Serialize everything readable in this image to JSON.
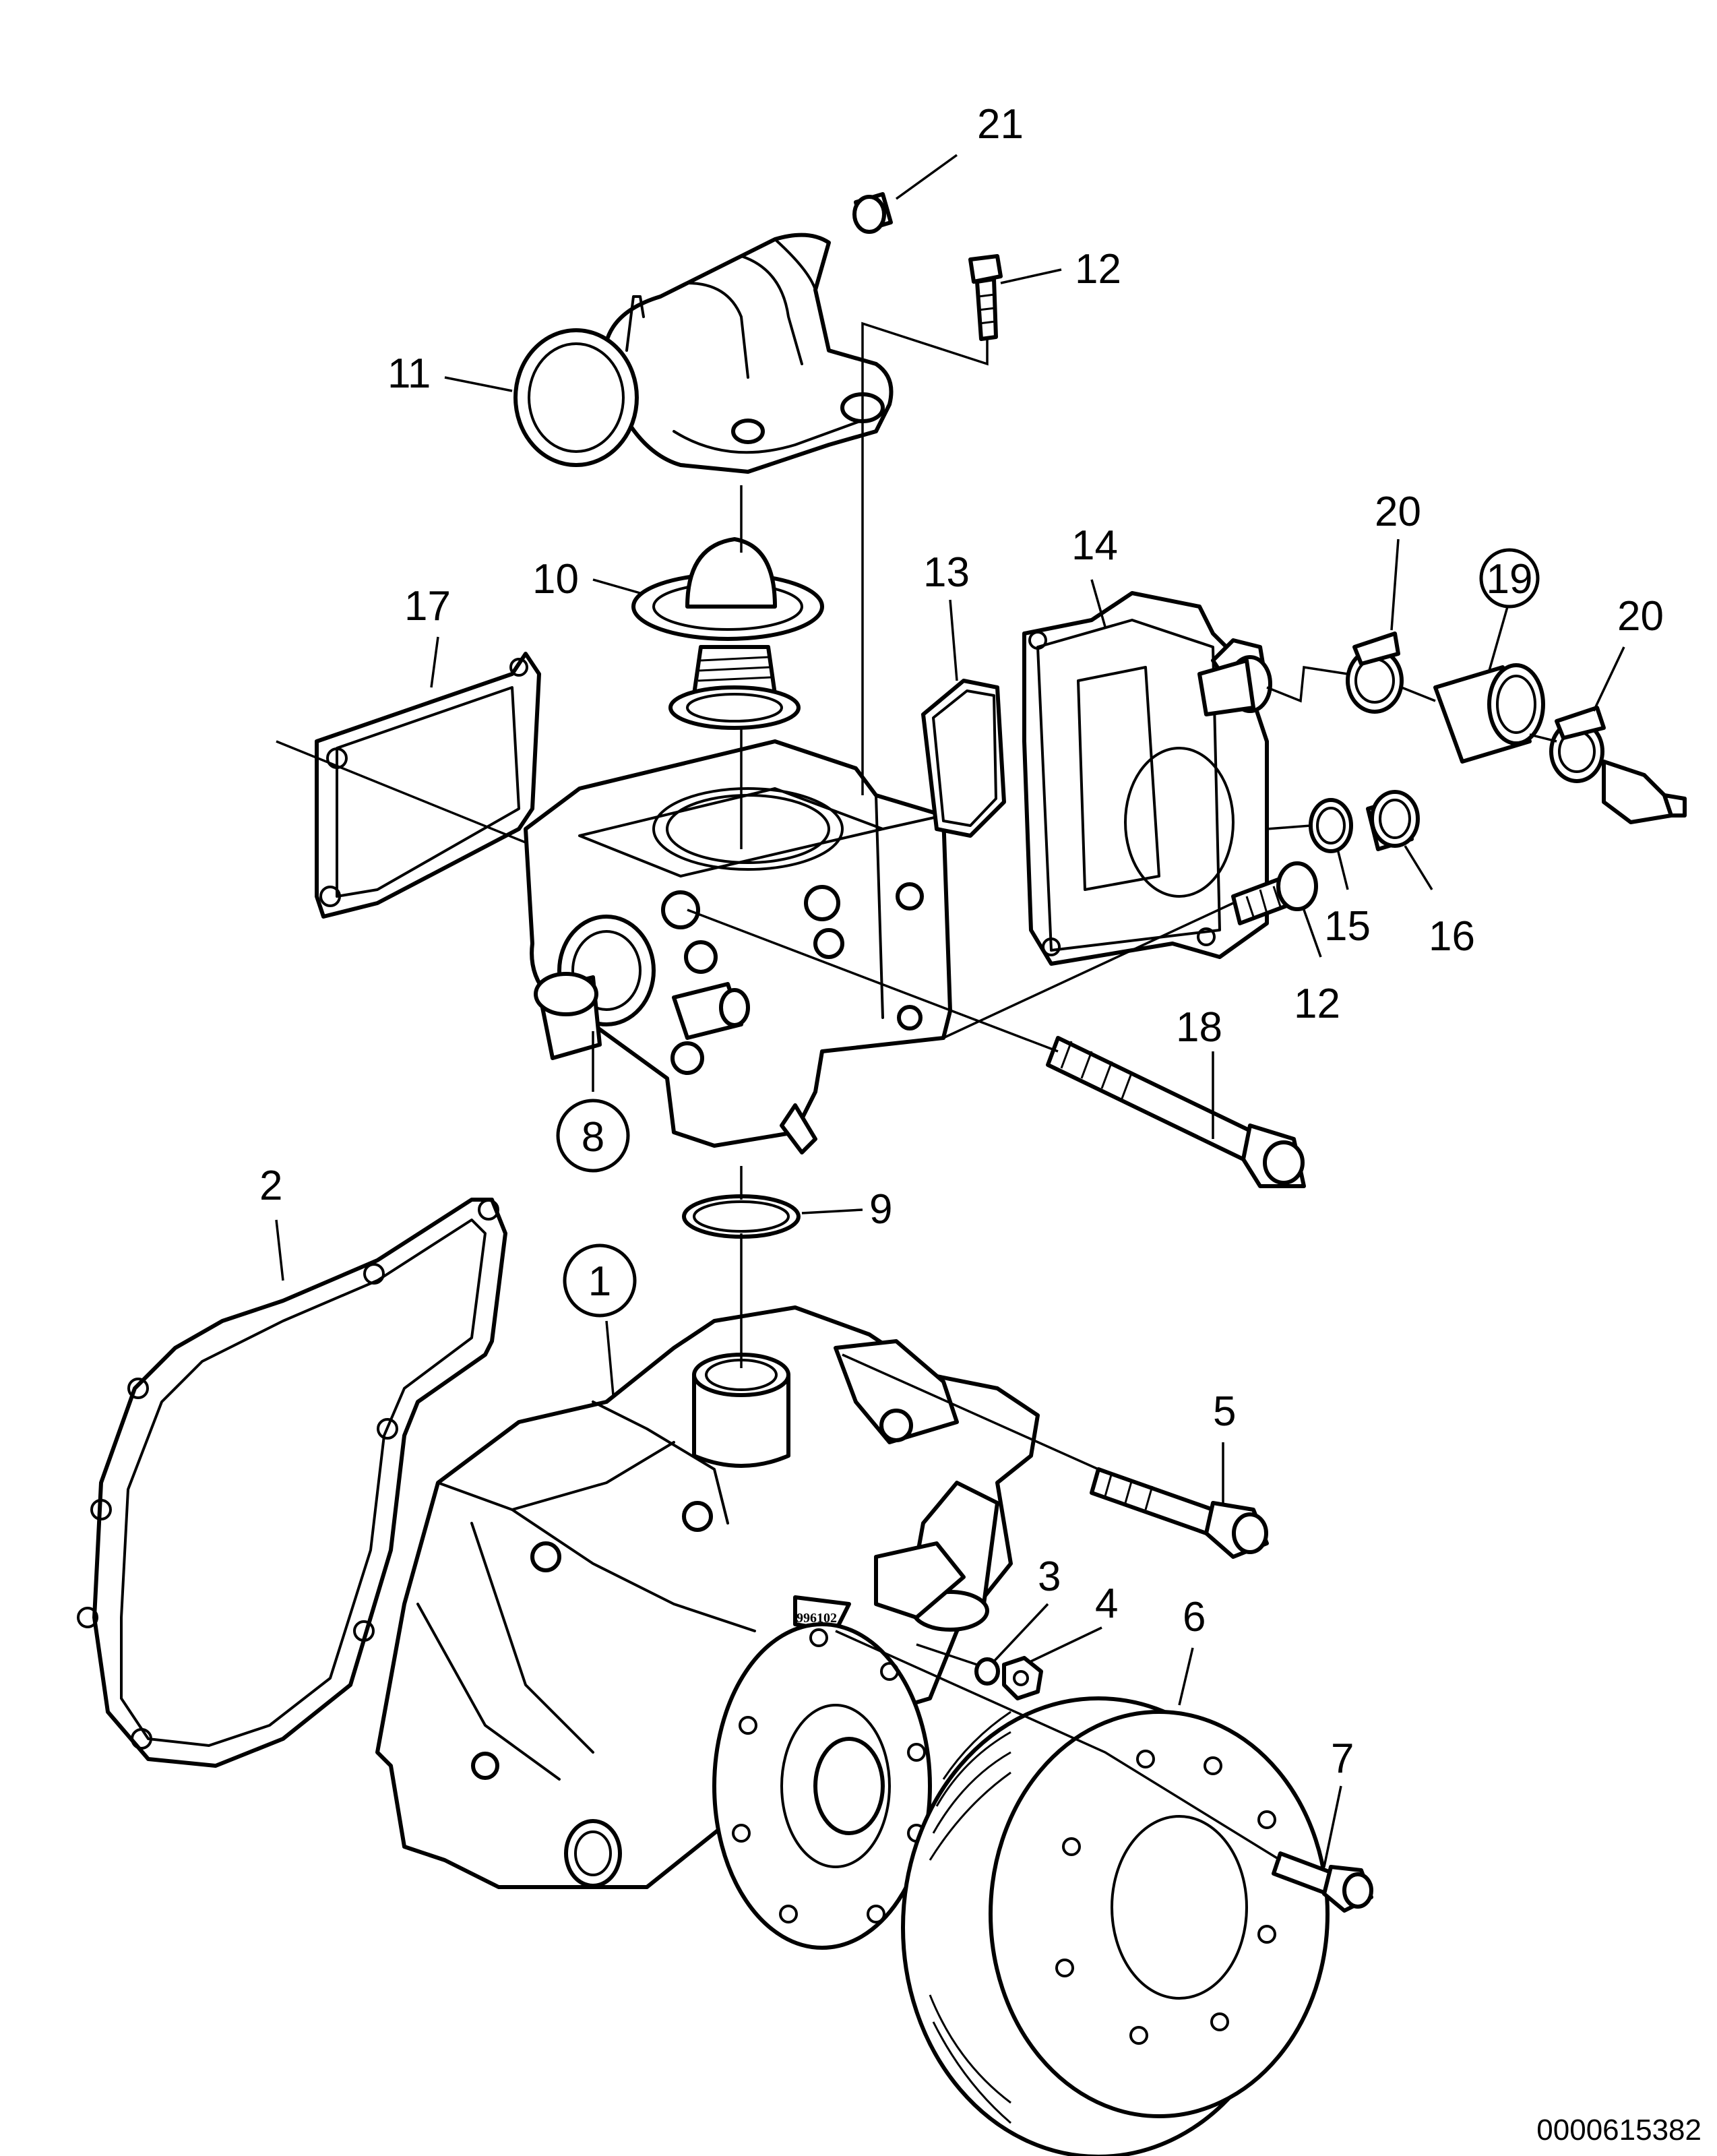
{
  "document_id": "0000615382",
  "casting_mark": "996102",
  "callouts": [
    {
      "id": "c21",
      "label": "21",
      "circled": false
    },
    {
      "id": "c12a",
      "label": "12",
      "circled": false
    },
    {
      "id": "c11",
      "label": "11",
      "circled": false
    },
    {
      "id": "c10",
      "label": "10",
      "circled": false
    },
    {
      "id": "c17",
      "label": "17",
      "circled": false
    },
    {
      "id": "c13",
      "label": "13",
      "circled": false
    },
    {
      "id": "c14",
      "label": "14",
      "circled": false
    },
    {
      "id": "c20a",
      "label": "20",
      "circled": false
    },
    {
      "id": "c19",
      "label": "19",
      "circled": true
    },
    {
      "id": "c20b",
      "label": "20",
      "circled": false
    },
    {
      "id": "c15",
      "label": "15",
      "circled": false
    },
    {
      "id": "c16",
      "label": "16",
      "circled": false
    },
    {
      "id": "c12b",
      "label": "12",
      "circled": false
    },
    {
      "id": "c18",
      "label": "18",
      "circled": false
    },
    {
      "id": "c8",
      "label": "8",
      "circled": true
    },
    {
      "id": "c9",
      "label": "9",
      "circled": false
    },
    {
      "id": "c2",
      "label": "2",
      "circled": false
    },
    {
      "id": "c1",
      "label": "1",
      "circled": true
    },
    {
      "id": "c5",
      "label": "5",
      "circled": false
    },
    {
      "id": "c3",
      "label": "3",
      "circled": false
    },
    {
      "id": "c4",
      "label": "4",
      "circled": false
    },
    {
      "id": "c6",
      "label": "6",
      "circled": false
    },
    {
      "id": "c7",
      "label": "7",
      "circled": false
    }
  ]
}
